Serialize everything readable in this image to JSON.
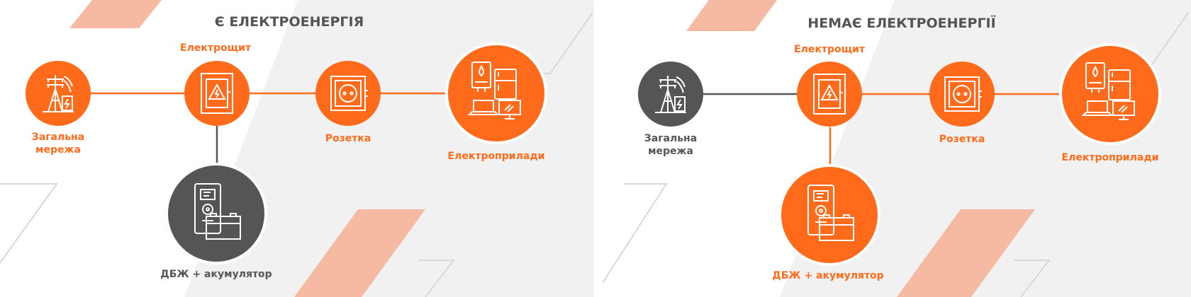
{
  "colors": {
    "orange": "#FF6B1A",
    "gray_node": "#555555",
    "title_gray": "#555555",
    "peach": "#F6B9A1",
    "bg_light": "#F1F1F1",
    "line_orange": "#FF6B1A",
    "line_gray": "#555555"
  },
  "panels": [
    {
      "title": "Є ЕЛЕКТРОЕНЕРГІЯ",
      "nodes": {
        "grid": {
          "label_line1": "Загальна",
          "label_line2": "мережа",
          "state": "orange",
          "icon": "power-pole-icon"
        },
        "panel": {
          "label": "Електрощит",
          "state": "orange",
          "icon": "electrical-panel-icon"
        },
        "socket": {
          "label": "Розетка",
          "state": "orange",
          "icon": "socket-icon"
        },
        "appliances": {
          "label": "Електроприлади",
          "state": "orange",
          "icon": "appliances-icon"
        },
        "ups": {
          "label": "ДБЖ + акумулятор",
          "state": "gray",
          "icon": "ups-battery-icon"
        }
      }
    },
    {
      "title": "НЕМАЄ ЕЛЕКТРОЕНЕРГІЇ",
      "nodes": {
        "grid": {
          "label_line1": "Загальна",
          "label_line2": "мережа",
          "state": "gray",
          "icon": "power-pole-icon"
        },
        "panel": {
          "label": "Електрощит",
          "state": "orange",
          "icon": "electrical-panel-icon"
        },
        "socket": {
          "label": "Розетка",
          "state": "orange",
          "icon": "socket-icon"
        },
        "appliances": {
          "label": "Електроприлади",
          "state": "orange",
          "icon": "appliances-icon"
        },
        "ups": {
          "label": "ДБЖ + акумулятор",
          "state": "orange",
          "icon": "ups-battery-icon"
        }
      }
    }
  ]
}
